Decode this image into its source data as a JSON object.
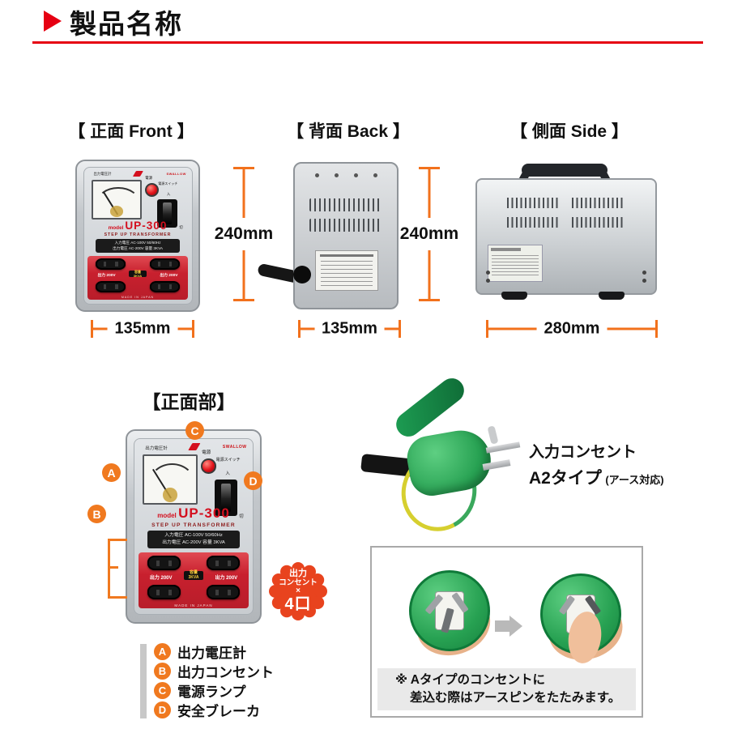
{
  "header": {
    "title": "製品名称"
  },
  "views": {
    "front": {
      "label": "【 正面 Front 】",
      "height": "240mm",
      "width": "135mm"
    },
    "back": {
      "label": "【 背面 Back 】",
      "height": "240mm",
      "width": "135mm"
    },
    "side": {
      "label": "【 側面 Side 】",
      "width": "280mm"
    }
  },
  "device": {
    "meter_caption": "出力電圧計",
    "power_lamp_label": "電源",
    "switch_caption": "電源スイッチ",
    "switch_on": "入",
    "switch_off": "切",
    "brand": "SWALLOW",
    "model_prefix": "model",
    "model_name": "UP-300",
    "subtitle": "STEP UP TRANSFORMER",
    "spec_line1": "入力電圧 AC-100V 50/60Hz",
    "spec_line2": "出力電圧 AC-200V 容量 3KVA",
    "outlet_label": "出力 200V",
    "capacity_label1": "容量",
    "capacity_label2": "3KVA",
    "made_in": "MADE IN JAPAN"
  },
  "front_panel": {
    "section_label": "【正面部】",
    "callouts": {
      "a": "A",
      "b": "B",
      "c": "C",
      "d": "D"
    },
    "outlet_badge": {
      "line1": "出力",
      "line2": "コンセント",
      "line3": "×",
      "line4": "4口"
    },
    "legend": [
      {
        "key": "A",
        "label": "出力電圧計"
      },
      {
        "key": "B",
        "label": "出力コンセント"
      },
      {
        "key": "C",
        "label": "電源ランプ"
      },
      {
        "key": "D",
        "label": "安全ブレーカ"
      }
    ]
  },
  "input_plug": {
    "title": "入力コンセント",
    "type_bold": "A2タイプ",
    "type_note": "(アース対応)"
  },
  "earth_pin_note": {
    "line1": "※ Aタイプのコンセントに",
    "line2": "差込む際はアースピンをたたみます。"
  },
  "colors": {
    "accent_red": "#e60012",
    "dimension_orange": "#f2711c",
    "callout_orange": "#f0791f",
    "badge_red": "#e8431e",
    "device_red": "#c8202e"
  }
}
